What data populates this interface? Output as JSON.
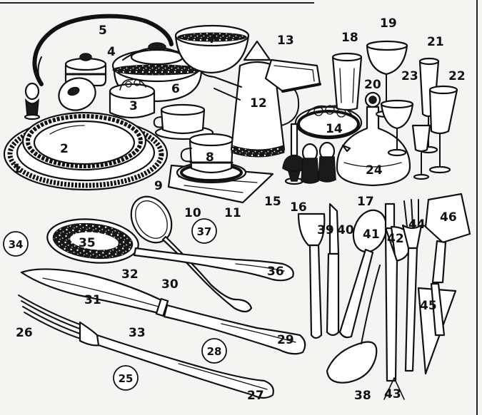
{
  "diagram": {
    "labels": {
      "n1": "1",
      "n2": "2",
      "n3": "3",
      "n4": "4",
      "n5": "5",
      "n6": "6",
      "n7": "7",
      "n8": "8",
      "n9": "9",
      "n10": "10",
      "n11": "11",
      "n12": "12",
      "n13": "13",
      "n14": "14",
      "n15": "15",
      "n16": "16",
      "n17": "17",
      "n18": "18",
      "n19": "19",
      "n20": "20",
      "n21": "21",
      "n22": "22",
      "n23": "23",
      "n24": "24",
      "n25": "25",
      "n26": "26",
      "n27": "27",
      "n28": "28",
      "n29": "29",
      "n30": "30",
      "n31": "31",
      "n32": "32",
      "n33": "33",
      "n34": "34",
      "n35": "35",
      "n36": "36",
      "n37": "37",
      "n38": "38",
      "n39": "39",
      "n40": "40",
      "n41": "41",
      "n42": "42",
      "n43": "43",
      "n44": "44",
      "n45": "45",
      "n46": "46"
    }
  }
}
